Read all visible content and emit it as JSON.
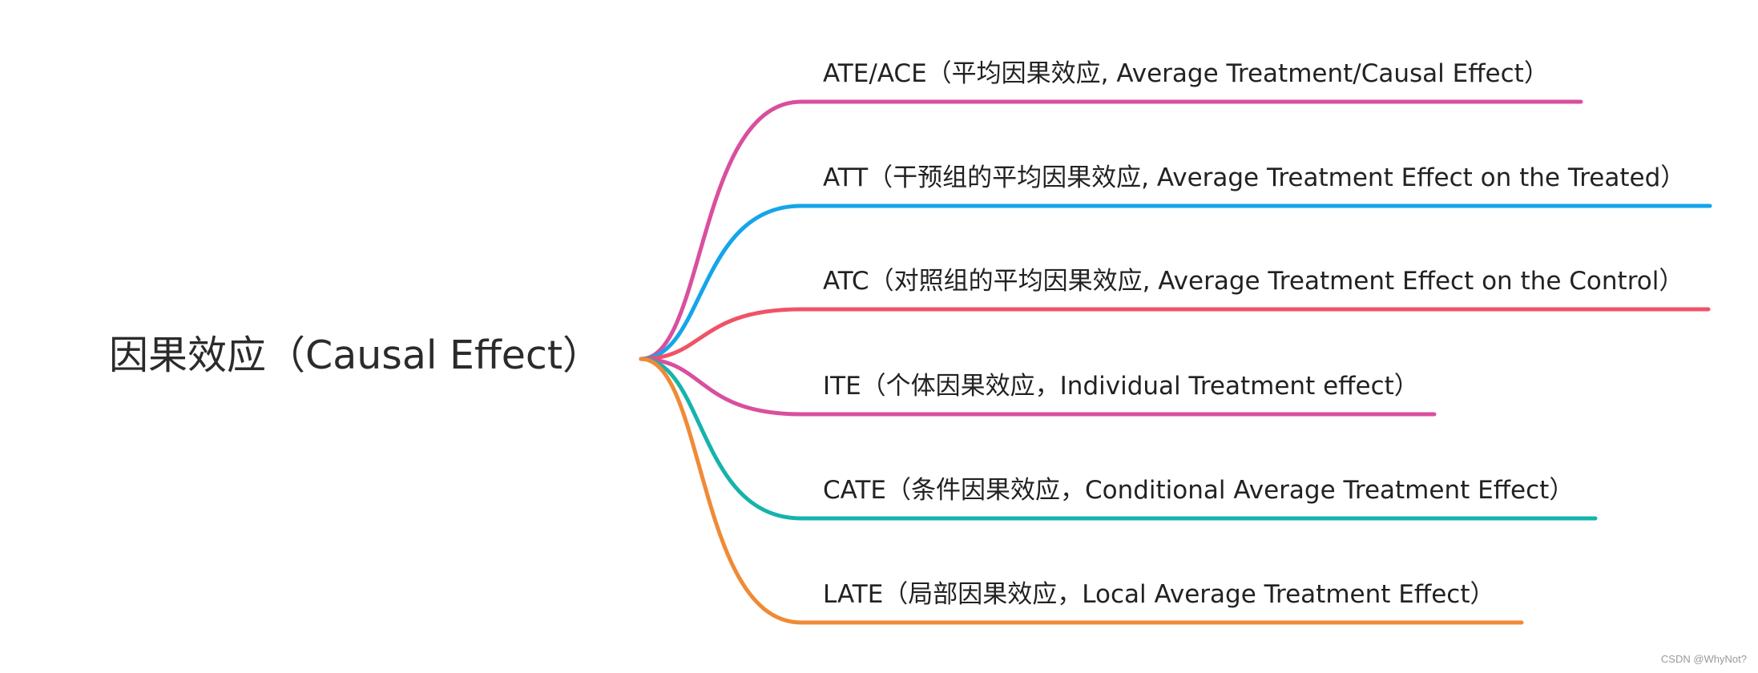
{
  "root": {
    "label": "因果效应（Causal Effect）"
  },
  "branches": [
    {
      "id": "ate",
      "label": "ATE/ACE（平均因果效应, Average Treatment/Causal Effect）",
      "color": "#d94f9f"
    },
    {
      "id": "att",
      "label": "ATT（干预组的平均因果效应, Average Treatment Effect on the Treated）",
      "color": "#14a5ea"
    },
    {
      "id": "atc",
      "label": "ATC（对照组的平均因果效应, Average Treatment Effect on the Control）",
      "color": "#f05366"
    },
    {
      "id": "ite",
      "label": "ITE（个体因果效应，Individual Treatment effect）",
      "color": "#d94f9f"
    },
    {
      "id": "cate",
      "label": "CATE（条件因果效应，Conditional Average Treatment Effect）",
      "color": "#16b3ad"
    },
    {
      "id": "late",
      "label": "LATE（局部因果效应，Local Average Treatment Effect）",
      "color": "#f08a36"
    }
  ],
  "watermark": "CSDN @WhyNot?"
}
